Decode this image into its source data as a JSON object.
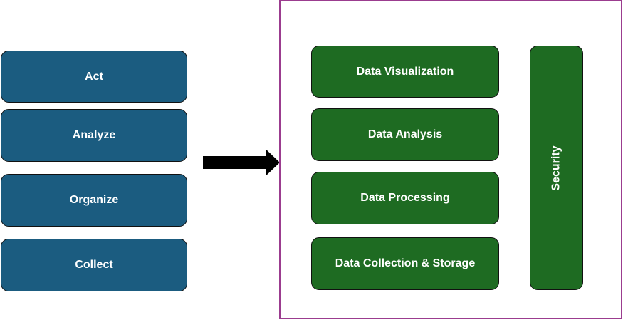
{
  "left_stack": {
    "items": [
      {
        "label": "Act"
      },
      {
        "label": "Analyze"
      },
      {
        "label": "Organize"
      },
      {
        "label": "Collect"
      }
    ]
  },
  "right_stack": {
    "items": [
      {
        "label": "Data Visualization"
      },
      {
        "label": "Data Analysis"
      },
      {
        "label": "Data Processing"
      },
      {
        "label": "Data Collection & Storage"
      }
    ],
    "side_label": "Security"
  },
  "colors": {
    "blue_box": "#1b5c80",
    "green_box": "#1e6b22",
    "frame_border": "#9b3c8f",
    "arrow": "#000000"
  },
  "icons": {
    "arrow": "right-arrow-icon"
  }
}
